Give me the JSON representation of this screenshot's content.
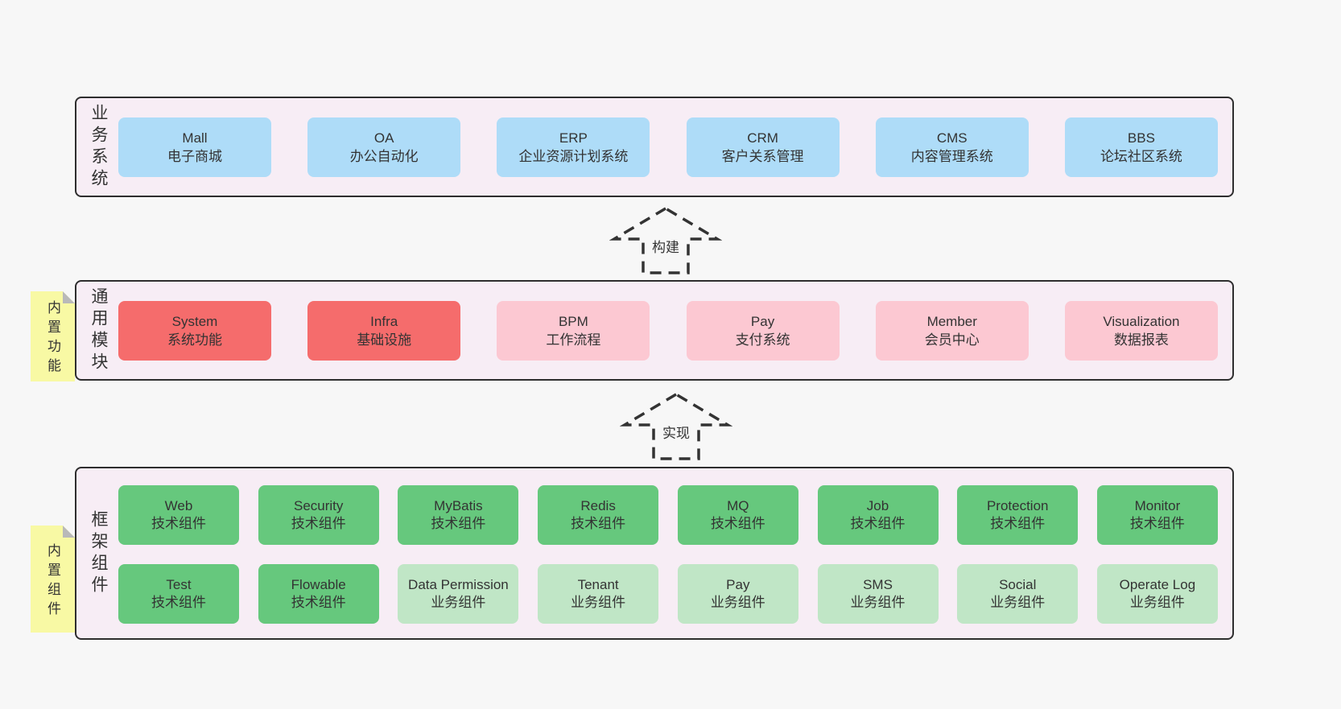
{
  "colors": {
    "page-bg": "#f7f7f7",
    "band-bg": "#f7edf5",
    "border": "#2e2e2e",
    "text": "#333333",
    "blue": "#aedcf8",
    "red": "#f56c6c",
    "pink": "#fcc8d2",
    "green": "#66c87d",
    "green-light": "#c0e6c6",
    "yellow": "#f8f9a4",
    "fold": "#b9b9b9"
  },
  "bands": {
    "business": {
      "label": "业务系统",
      "boxes": [
        {
          "name": "Mall",
          "desc": "电子商城",
          "variant": "blue"
        },
        {
          "name": "OA",
          "desc": "办公自动化",
          "variant": "blue"
        },
        {
          "name": "ERP",
          "desc": "企业资源计划系统",
          "variant": "blue"
        },
        {
          "name": "CRM",
          "desc": "客户关系管理",
          "variant": "blue"
        },
        {
          "name": "CMS",
          "desc": "内容管理系统",
          "variant": "blue"
        },
        {
          "name": "BBS",
          "desc": "论坛社区系统",
          "variant": "blue"
        }
      ]
    },
    "modules": {
      "label": "通用模块",
      "tag": "内置功能",
      "boxes": [
        {
          "name": "System",
          "desc": "系统功能",
          "variant": "red"
        },
        {
          "name": "Infra",
          "desc": "基础设施",
          "variant": "red"
        },
        {
          "name": "BPM",
          "desc": "工作流程",
          "variant": "pink"
        },
        {
          "name": "Pay",
          "desc": "支付系统",
          "variant": "pink"
        },
        {
          "name": "Member",
          "desc": "会员中心",
          "variant": "pink"
        },
        {
          "name": "Visualization",
          "desc": "数据报表",
          "variant": "pink"
        }
      ]
    },
    "components": {
      "label": "框架组件",
      "tag": "内置组件",
      "rows": [
        [
          {
            "name": "Web",
            "desc": "技术组件",
            "variant": "green"
          },
          {
            "name": "Security",
            "desc": "技术组件",
            "variant": "green"
          },
          {
            "name": "MyBatis",
            "desc": "技术组件",
            "variant": "green"
          },
          {
            "name": "Redis",
            "desc": "技术组件",
            "variant": "green"
          },
          {
            "name": "MQ",
            "desc": "技术组件",
            "variant": "green"
          },
          {
            "name": "Job",
            "desc": "技术组件",
            "variant": "green"
          },
          {
            "name": "Protection",
            "desc": "技术组件",
            "variant": "green"
          },
          {
            "name": "Monitor",
            "desc": "技术组件",
            "variant": "green"
          }
        ],
        [
          {
            "name": "Test",
            "desc": "技术组件",
            "variant": "green"
          },
          {
            "name": "Flowable",
            "desc": "技术组件",
            "variant": "green"
          },
          {
            "name": "Data Permission",
            "desc": "业务组件",
            "variant": "green-light"
          },
          {
            "name": "Tenant",
            "desc": "业务组件",
            "variant": "green-light"
          },
          {
            "name": "Pay",
            "desc": "业务组件",
            "variant": "green-light"
          },
          {
            "name": "SMS",
            "desc": "业务组件",
            "variant": "green-light"
          },
          {
            "name": "Social",
            "desc": "业务组件",
            "variant": "green-light"
          },
          {
            "name": "Operate Log",
            "desc": "业务组件",
            "variant": "green-light"
          }
        ]
      ]
    }
  },
  "arrows": [
    {
      "label": "构建"
    },
    {
      "label": "实现"
    }
  ]
}
